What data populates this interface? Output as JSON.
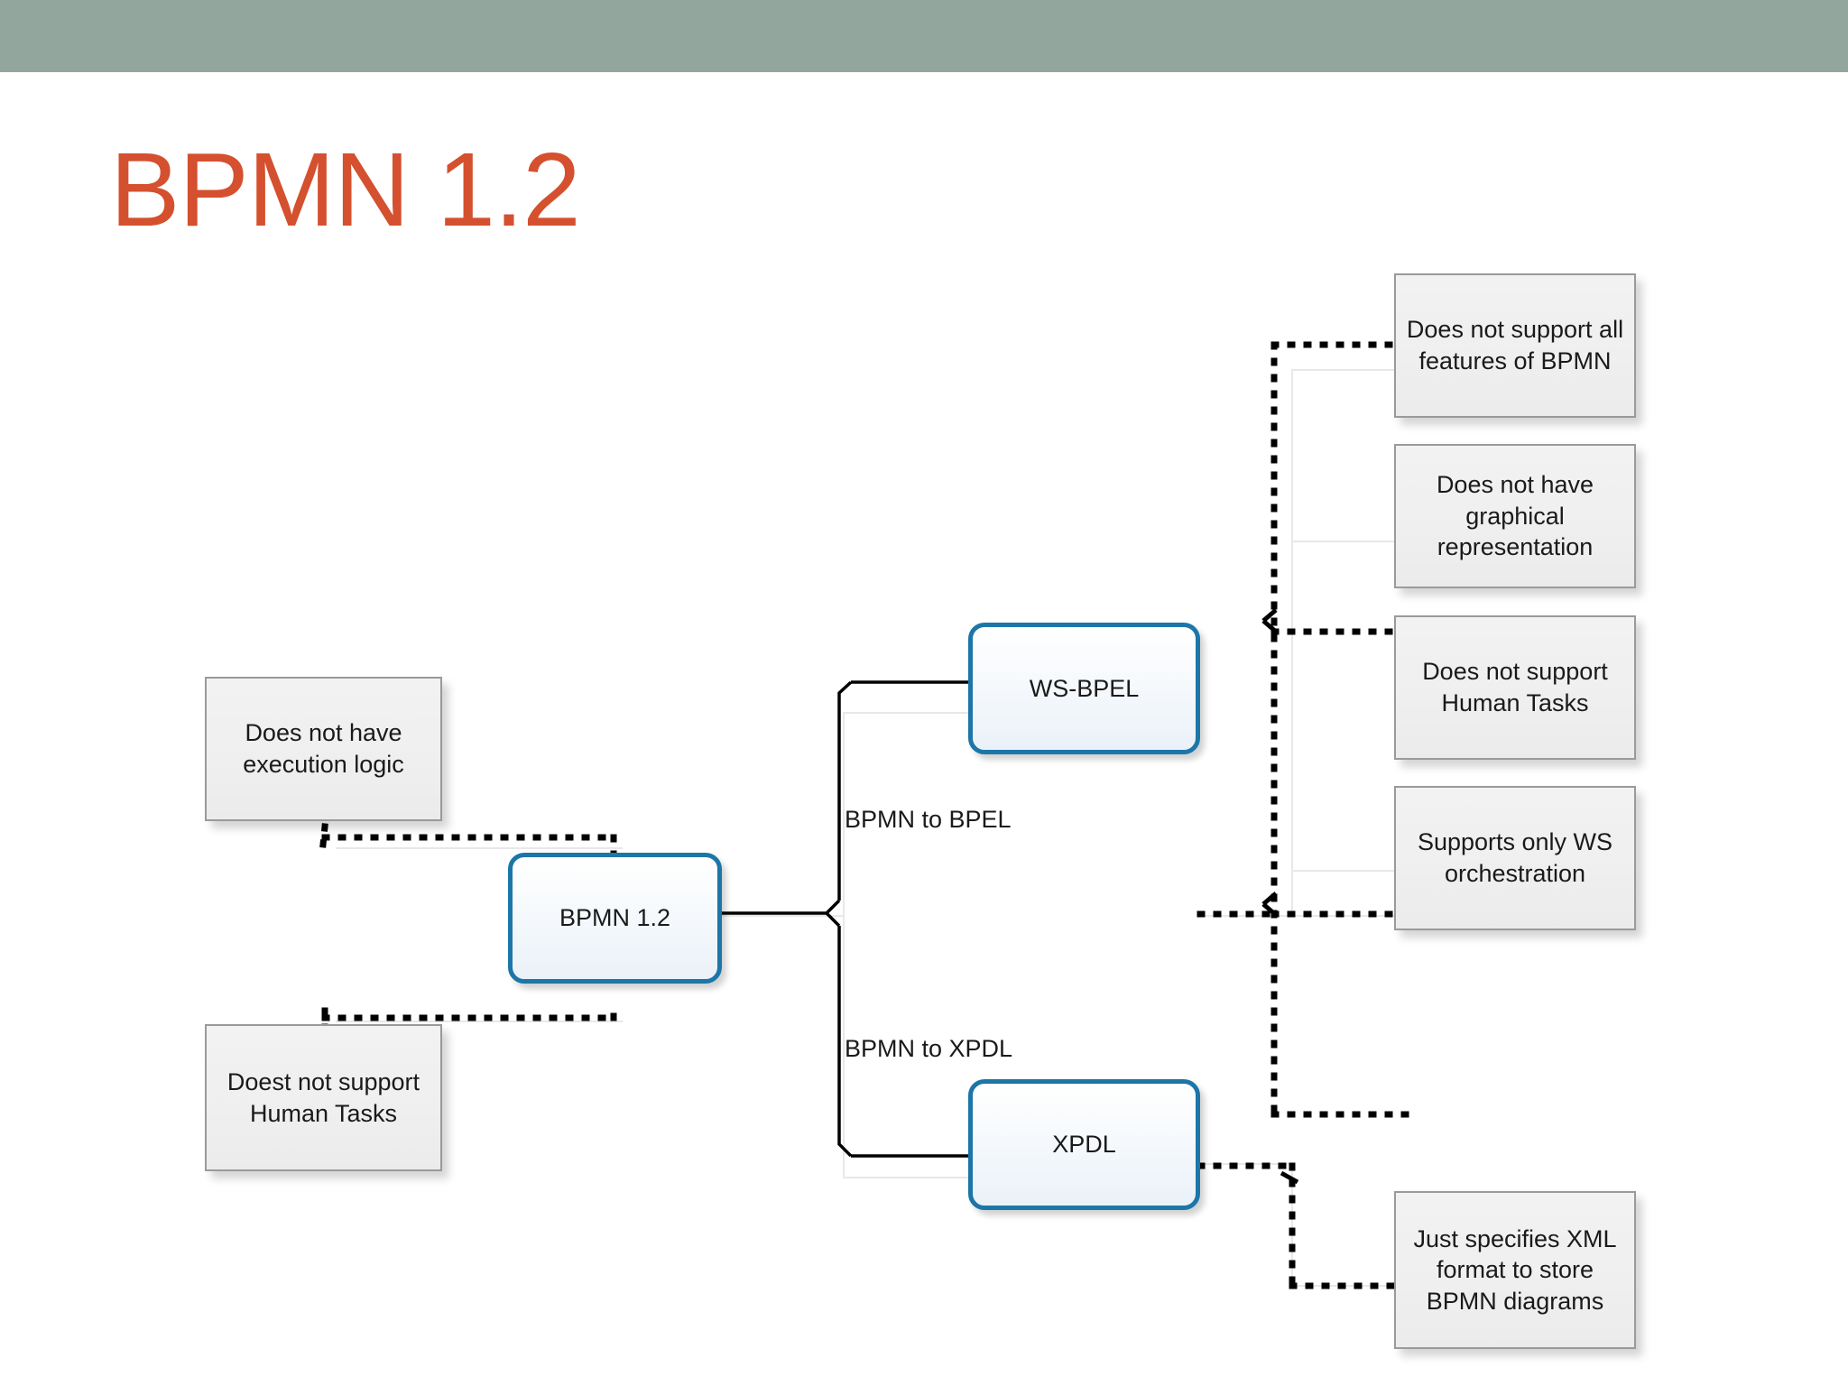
{
  "slide": {
    "title": "BPMN 1.2",
    "title_color": "#d4502e",
    "topbar_color": "#93a69d",
    "background_color": "#ffffff"
  },
  "diagram": {
    "node_border_color": "#1c76a8",
    "note_border_color": "#9a9a9a",
    "nodes": [
      {
        "id": "bpmn",
        "label": "BPMN 1.2"
      },
      {
        "id": "wsbpel",
        "label": "WS-BPEL"
      },
      {
        "id": "xpdl",
        "label": "XPDL"
      }
    ],
    "edges": [
      {
        "id": "bpmn-to-bpel",
        "label": "BPMN to BPEL",
        "from": "bpmn",
        "to": "wsbpel",
        "style": "solid-arrow"
      },
      {
        "id": "bpmn-to-xpdl",
        "label": "BPMN to XPDL",
        "from": "bpmn",
        "to": "xpdl",
        "style": "solid-arrow"
      }
    ],
    "notes": {
      "bpmn_left": [
        {
          "id": "no-execution-logic",
          "text": "Does not have execution logic"
        },
        {
          "id": "no-human-tasks",
          "text": "Doest not support Human Tasks"
        }
      ],
      "wsbpel_right": [
        {
          "id": "not-all-bpmn-features",
          "text": "Does not support all features of BPMN"
        },
        {
          "id": "no-graphical-representation",
          "text": "Does not have graphical representation"
        },
        {
          "id": "no-human-tasks-bpel",
          "text": "Does not support Human Tasks"
        },
        {
          "id": "ws-orchestration-only",
          "text": "Supports only WS orchestration"
        }
      ],
      "xpdl_right": [
        {
          "id": "xml-format-only",
          "text": "Just specifies XML format to store BPMN diagrams"
        }
      ]
    }
  }
}
